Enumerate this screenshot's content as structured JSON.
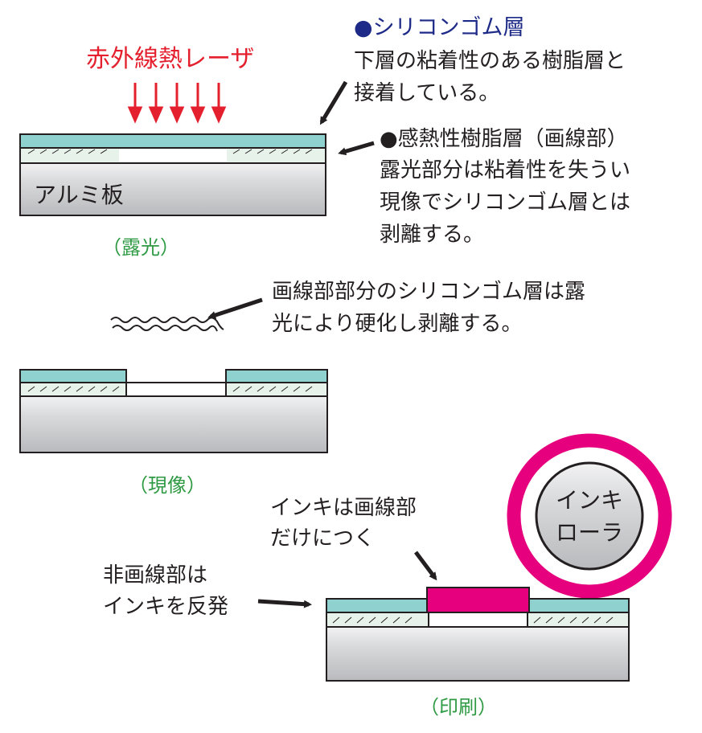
{
  "colors": {
    "laser_red": "#e4202e",
    "silicone_teal": "#8fd1cf",
    "heat_layer": "#e7f2ea",
    "aluminum_gray": "#c7c8ca",
    "ink_magenta": "#e6007e",
    "label_green": "#2f9a44",
    "heading_blue": "#1d2a88",
    "text_dark": "#231f20"
  },
  "exposure": {
    "laser_label": "赤外線熱レーザ",
    "silicone_heading_bullet": "●",
    "silicone_heading": "シリコンゴム層",
    "silicone_line1": "下層の粘着性のある樹脂層と",
    "silicone_line2": "接着している。",
    "thermal_heading": "●感熱性樹脂層（画線部）",
    "thermal_line1": "露光部分は粘着性を失うい",
    "thermal_line2": "現像でシリコンゴム層とは",
    "thermal_line3": "剥離する。",
    "plate_label": "アルミ板",
    "caption": "（露光）"
  },
  "development": {
    "note_line1": "画線部部分のシリコンゴム層は露",
    "note_line2": "光により硬化し剥離する。",
    "caption": "（現像）"
  },
  "printing": {
    "ink_note_line1": "インキは画線部",
    "ink_note_line2": "だけにつく",
    "nonimage_line1": "非画線部は",
    "nonimage_line2": "インキを反発",
    "roller_line1": "インキ",
    "roller_line2": "ローラ",
    "caption": "（印刷）"
  }
}
